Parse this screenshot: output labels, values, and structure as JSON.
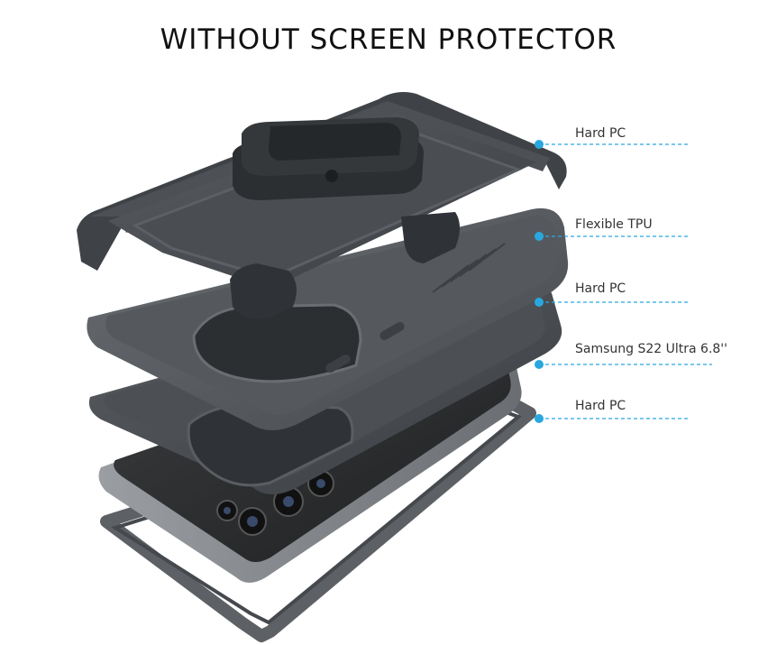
{
  "title": "WITHOUT SCREEN PROTECTOR",
  "colors": {
    "callout": "#29a8e0",
    "case_dark": "#3d4145",
    "case_mid": "#55595d",
    "case_light": "#6d7175",
    "phone_body": "#2a2c2e",
    "phone_frame": "#8b8f92"
  },
  "callouts": [
    {
      "label": "Hard PC"
    },
    {
      "label": "Flexible TPU"
    },
    {
      "label": "Hard PC"
    },
    {
      "label": "Samsung S22 Ultra 6.8''"
    },
    {
      "label": "Hard PC"
    }
  ]
}
